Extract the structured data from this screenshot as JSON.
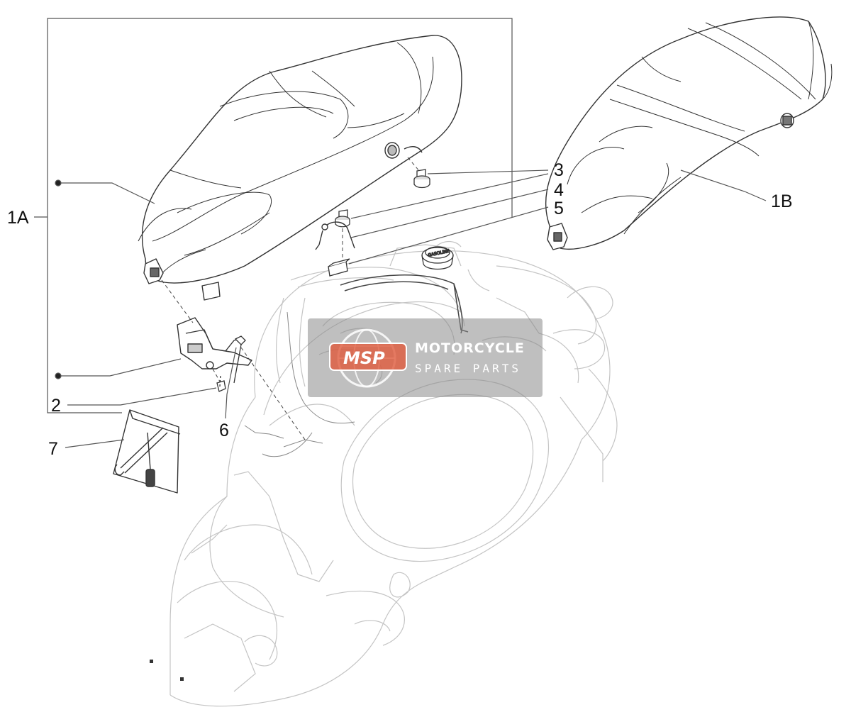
{
  "callouts": {
    "label_1a": "1A",
    "label_1b": "1B",
    "label_2": "2",
    "label_3": "3",
    "label_4": "4",
    "label_5": "5",
    "label_6": "6",
    "label_7": "7"
  },
  "watermark": {
    "logo": "MSP",
    "title": "MOTORCYCLE",
    "subtitle": "SPARE PARTS"
  },
  "fuel_cap_text": "GASOLINE",
  "colors": {
    "line": "#555555",
    "faint_line": "#c4c4c4",
    "watermark_bg": "#8a8a8a",
    "watermark_accent": "#e05a3c"
  }
}
